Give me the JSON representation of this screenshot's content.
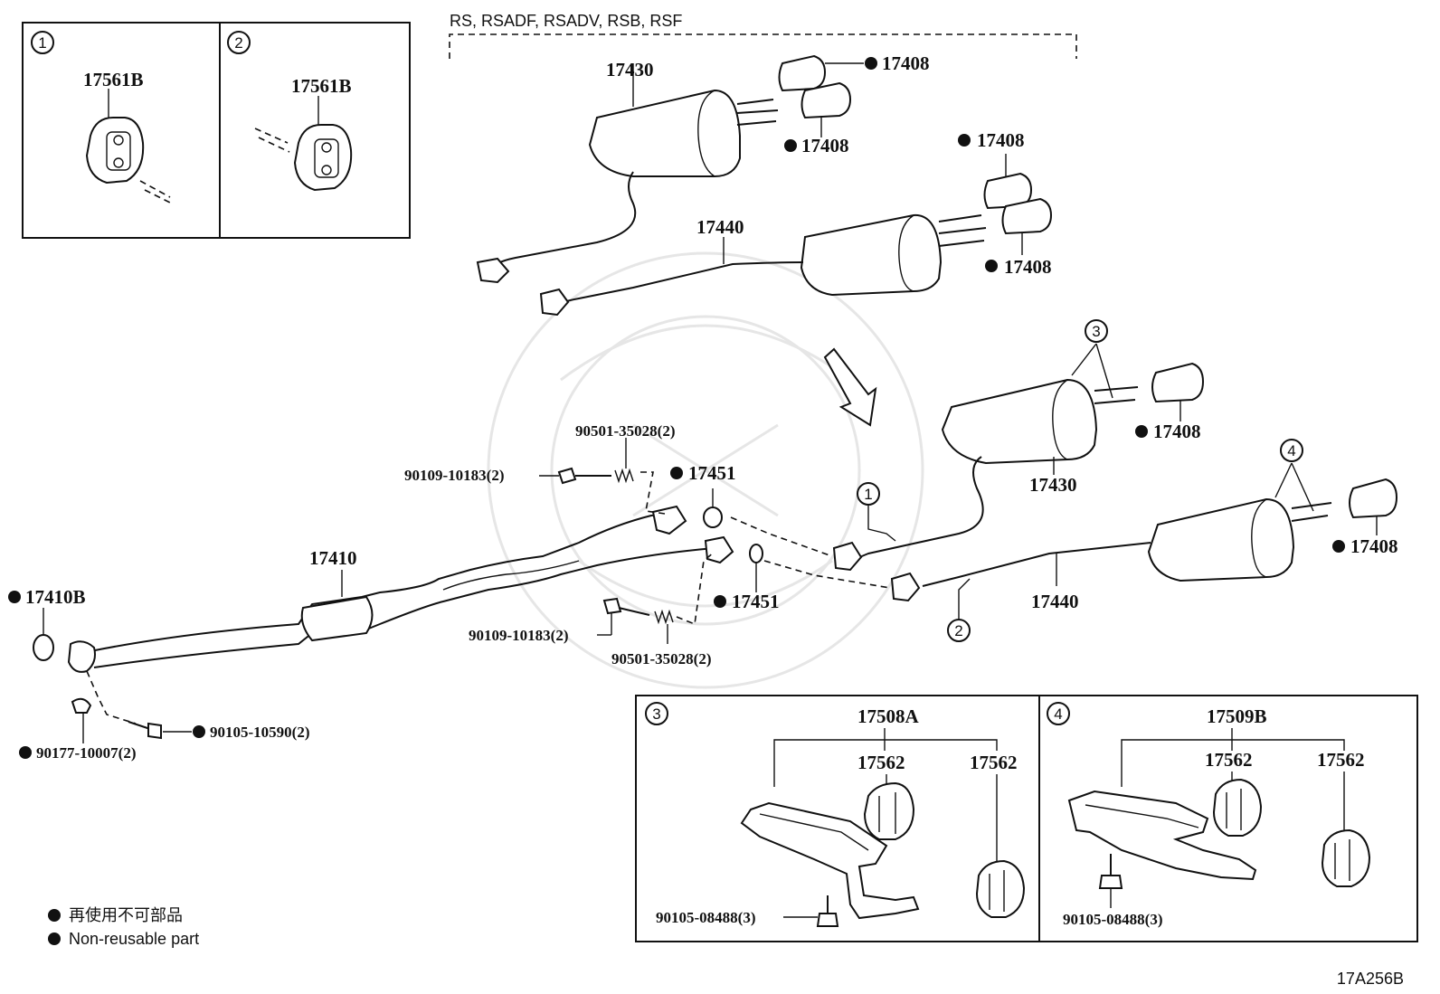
{
  "variant_label": "RS, RSADF, RSADV, RSB, RSF",
  "diagram_code": "17A256B",
  "legend": {
    "jp": "再使用不可部品",
    "en": "Non-reusable part"
  },
  "circle_refs": [
    "1",
    "2",
    "3",
    "4"
  ],
  "inset_1": {
    "ref": "1",
    "part": "17561B"
  },
  "inset_2": {
    "ref": "2",
    "part": "17561B"
  },
  "inset_3": {
    "ref": "3",
    "assembly": "17508A",
    "cushion_a": "17562",
    "cushion_b": "17562",
    "bolt": "90105-08488(3)"
  },
  "inset_4": {
    "ref": "4",
    "assembly": "17509B",
    "cushion_a": "17562",
    "cushion_b": "17562",
    "bolt": "90105-08488(3)"
  },
  "parts": {
    "p17430_top": "17430",
    "p17440_top": "17440",
    "p17408_t1": "17408",
    "p17408_t2": "17408",
    "p17408_t3": "17408",
    "p17408_t4": "17408",
    "p17408_m1": "17408",
    "p17408_m2": "17408",
    "p17430_main": "17430",
    "p17440_main": "17440",
    "p17410": "17410",
    "p17410B": "17410B",
    "p17451_a": "17451",
    "p17451_b": "17451",
    "spring_top": "90501-35028(2)",
    "bolt_top": "90109-10183(2)",
    "bolt_bottom": "90109-10183(2)",
    "spring_bottom": "90501-35028(2)",
    "bolt_front": "90105-10590(2)",
    "gasket_front": "90177-10007(2)"
  }
}
